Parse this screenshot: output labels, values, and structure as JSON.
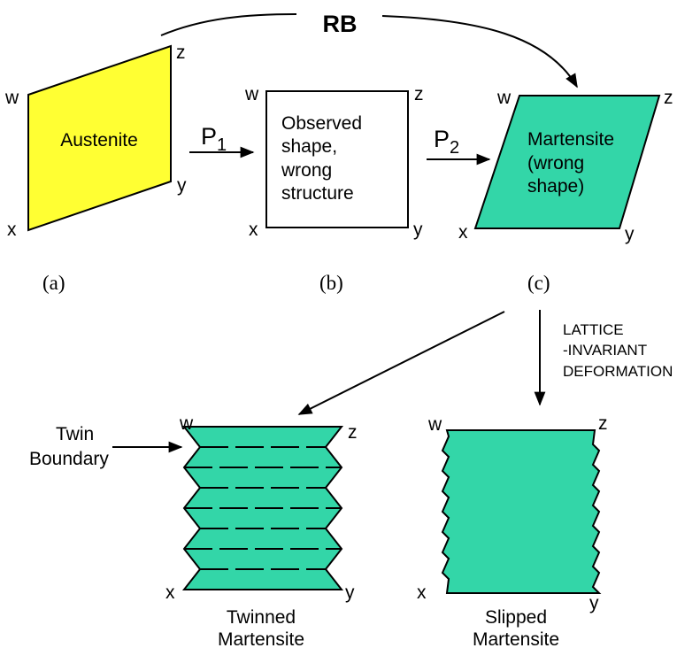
{
  "colors": {
    "austenite_fill": "#FFFF33",
    "martensite_fill": "#33D6A8",
    "stroke": "#000000"
  },
  "top_arrow": {
    "label": "RB"
  },
  "austenite": {
    "label": "Austenite",
    "w": "w",
    "z": "z",
    "x": "x",
    "y": "y"
  },
  "arrow_p1": {
    "letter": "P",
    "sub": "1"
  },
  "intermediate": {
    "line1": "Observed",
    "line2": "shape,",
    "line3": "wrong",
    "line4": "structure",
    "w": "w",
    "z": "z",
    "x": "x",
    "y": "y"
  },
  "arrow_p2": {
    "letter": "P",
    "sub": "2"
  },
  "martensite": {
    "line1": "Martensite",
    "line2": "(wrong",
    "line3": "shape)",
    "w": "w",
    "z": "z",
    "x": "x",
    "y": "y"
  },
  "panel_labels": {
    "a": "(a)",
    "b": "(b)",
    "c": "(c)"
  },
  "lattice_arrow": {
    "line1": "LATTICE",
    "line2": "-INVARIANT",
    "line3": "DEFORMATION"
  },
  "twin_pointer": {
    "line1": "Twin",
    "line2": "Boundary"
  },
  "twinned": {
    "line1": "Twinned",
    "line2": "Martensite",
    "w": "w",
    "z": "z",
    "x": "x",
    "y": "y"
  },
  "slipped": {
    "line1": "Slipped",
    "line2": "Martensite",
    "w": "w",
    "z": "z",
    "x": "x",
    "y": "y"
  }
}
